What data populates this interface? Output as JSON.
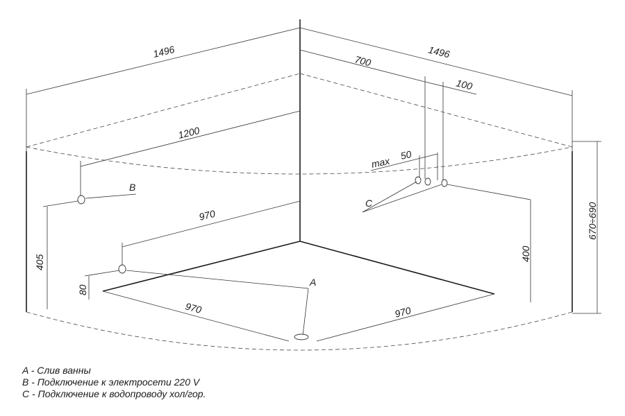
{
  "dimensions": {
    "left_width": "1496",
    "right_width": "1496",
    "right_offset_700": "700",
    "right_offset_100": "100",
    "max_label": "max",
    "max_50": "50",
    "b_run_1200": "1200",
    "upper_970": "970",
    "height_405": "405",
    "height_80": "80",
    "floor_left_970": "970",
    "floor_right_970": "970",
    "height_400": "400",
    "tub_height": "670÷690"
  },
  "markers": {
    "a": "A",
    "b": "B",
    "c": "C"
  },
  "legend": {
    "a": "A - Слив ванны",
    "b": "B - Подключение к электросети 220 V",
    "c": "C - Подключение к водопроводу хол/гор."
  }
}
